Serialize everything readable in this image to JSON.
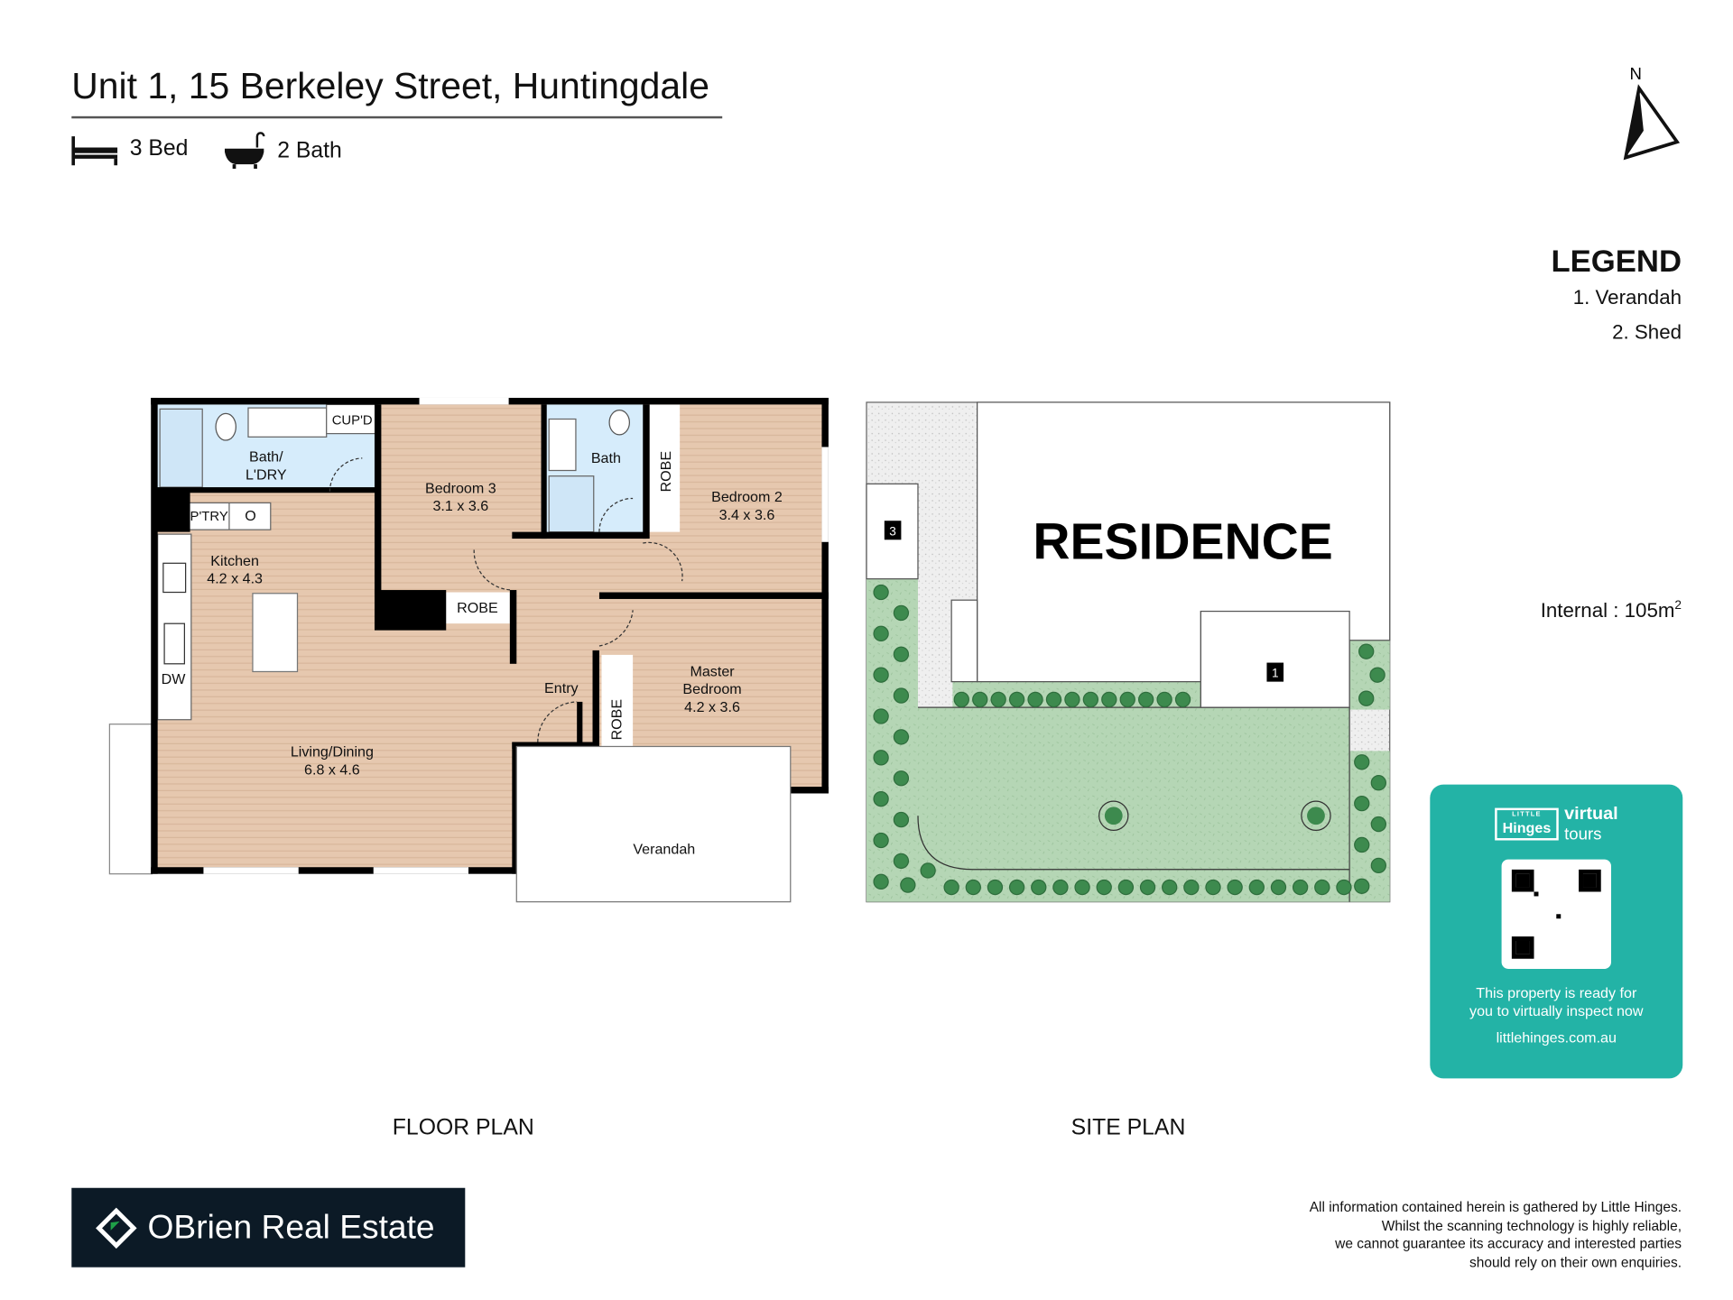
{
  "header": {
    "title": "Unit 1, 15 Berkeley Street, Huntingdale",
    "beds": "3 Bed",
    "baths": "2 Bath",
    "bed_icon": "bed-icon",
    "bath_icon": "bathtub-icon"
  },
  "compass": {
    "label": "N"
  },
  "legend": {
    "title": "LEGEND",
    "items": [
      "1. Verandah",
      "2. Shed"
    ]
  },
  "area": {
    "label": "Internal  : 105m",
    "unit_sup": "2"
  },
  "floor_plan": {
    "caption": "FLOOR PLAN",
    "rooms": {
      "bath_laundry": [
        "Bath/",
        "L'DRY"
      ],
      "cupd": "CUP'D",
      "pantry": "P'TRY",
      "pantry_o": "O",
      "bedroom3": [
        "Bedroom 3",
        "3.1 x 3.6"
      ],
      "bath": "Bath",
      "robe1": "ROBE",
      "bedroom2": [
        "Bedroom 2",
        "3.4 x 3.6"
      ],
      "kitchen": [
        "Kitchen",
        "4.2 x 4.3"
      ],
      "robe2": "ROBE",
      "dw": "DW",
      "entry": "Entry",
      "robe3": "ROBE",
      "master": [
        "Master",
        "Bedroom",
        "4.2 x 3.6"
      ],
      "living": [
        "Living/Dining",
        "6.8 x 4.6"
      ],
      "verandah": "Verandah"
    }
  },
  "site_plan": {
    "caption": "SITE PLAN",
    "residence": "RESIDENCE",
    "marker1": "1",
    "marker3": "3"
  },
  "virtual_tour": {
    "brand_small": "LITTLE",
    "brand": "Hinges",
    "virtual": "virtual",
    "tours": "tours",
    "text1": "This property is ready for",
    "text2": "you to virtually inspect now",
    "url": "littlehinges.com.au",
    "color": "#23b3a6"
  },
  "agency": {
    "name": "OBrien Real Estate"
  },
  "disclaimer": [
    "All information contained herein is gathered by Little Hinges.",
    "Whilst the scanning technology is highly reliable,",
    "we cannot guarantee its accuracy and interested parties",
    "should rely on their own enquiries."
  ]
}
